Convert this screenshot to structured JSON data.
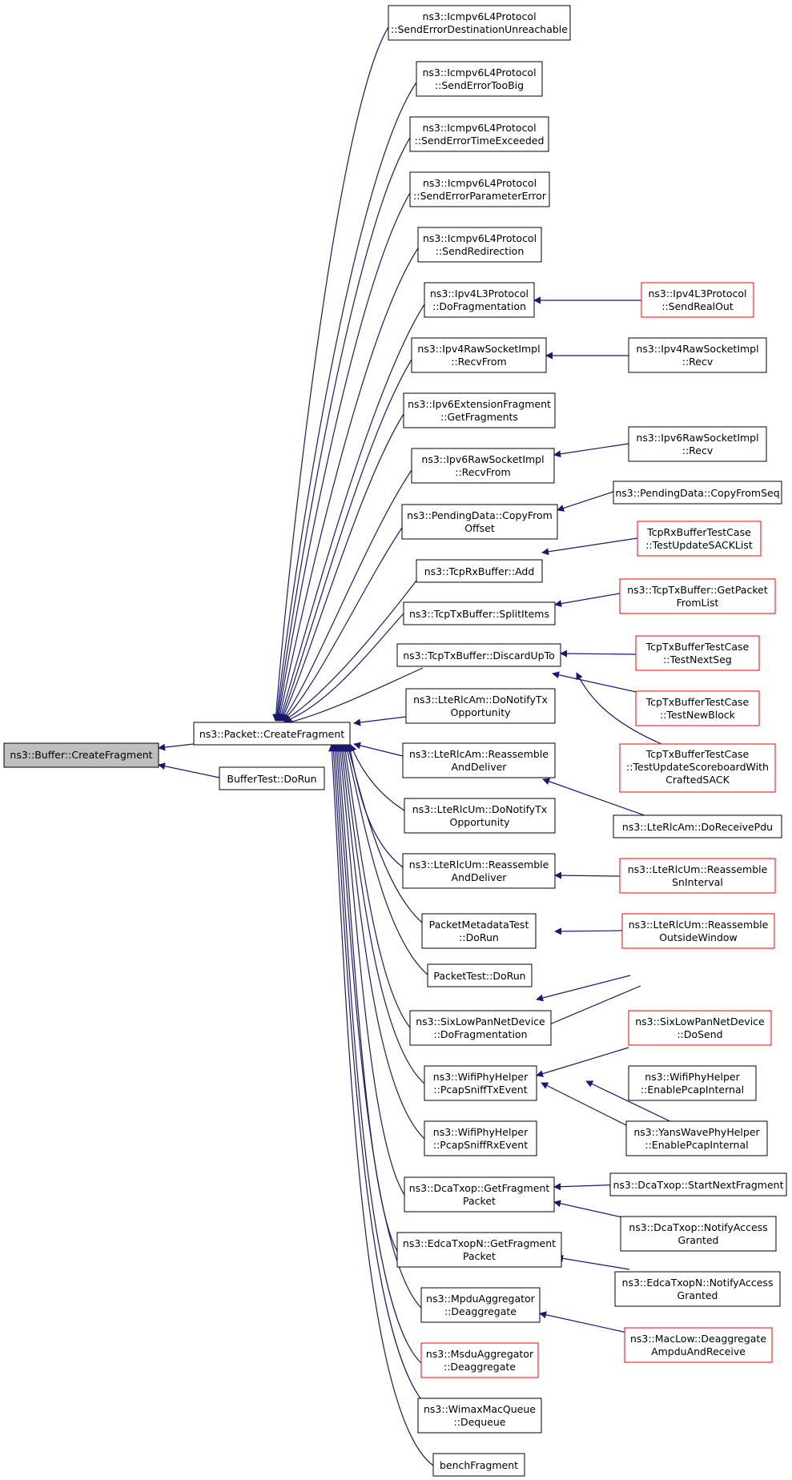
{
  "colors": {
    "edge": "#191970",
    "node_border": "#000000",
    "node_border_truncated": "#ff0000",
    "root_fill": "#bfbfbf",
    "node_fill": "#ffffff"
  },
  "root": {
    "id": "root",
    "lines": [
      "ns3::Buffer::CreateFragment"
    ]
  },
  "nodes": [
    {
      "id": "packet-createfragment",
      "lines": [
        "ns3::Packet::CreateFragment"
      ],
      "truncated": false
    },
    {
      "id": "buffertest-dorun",
      "lines": [
        "BufferTest::DoRun"
      ],
      "truncated": false
    },
    {
      "id": "icmpv6-senderrordestinationunreachable",
      "lines": [
        "ns3::Icmpv6L4Protocol",
        "::SendErrorDestinationUnreachable"
      ],
      "truncated": false
    },
    {
      "id": "icmpv6-senderrortoobig",
      "lines": [
        "ns3::Icmpv6L4Protocol",
        "::SendErrorTooBig"
      ],
      "truncated": false
    },
    {
      "id": "icmpv6-senderrortimeexceeded",
      "lines": [
        "ns3::Icmpv6L4Protocol",
        "::SendErrorTimeExceeded"
      ],
      "truncated": false
    },
    {
      "id": "icmpv6-senderrorparametererror",
      "lines": [
        "ns3::Icmpv6L4Protocol",
        "::SendErrorParameterError"
      ],
      "truncated": false
    },
    {
      "id": "icmpv6-sendredirection",
      "lines": [
        "ns3::Icmpv6L4Protocol",
        "::SendRedirection"
      ],
      "truncated": false
    },
    {
      "id": "ipv4l3-dofragmentation",
      "lines": [
        "ns3::Ipv4L3Protocol",
        "::DoFragmentation"
      ],
      "truncated": false
    },
    {
      "id": "ipv4l3-sendrealout",
      "lines": [
        "ns3::Ipv4L3Protocol",
        "::SendRealOut"
      ],
      "truncated": true
    },
    {
      "id": "ipv4raw-recvfrom",
      "lines": [
        "ns3::Ipv4RawSocketImpl",
        "::RecvFrom"
      ],
      "truncated": false
    },
    {
      "id": "ipv4raw-recv",
      "lines": [
        "ns3::Ipv4RawSocketImpl",
        "::Recv"
      ],
      "truncated": false
    },
    {
      "id": "ipv6extfrag-getfragments",
      "lines": [
        "ns3::Ipv6ExtensionFragment",
        "::GetFragments"
      ],
      "truncated": false
    },
    {
      "id": "ipv6raw-recvfrom",
      "lines": [
        "ns3::Ipv6RawSocketImpl",
        "::RecvFrom"
      ],
      "truncated": false
    },
    {
      "id": "ipv6raw-recv",
      "lines": [
        "ns3::Ipv6RawSocketImpl",
        "::Recv"
      ],
      "truncated": false
    },
    {
      "id": "pendingdata-copyfromoffset",
      "lines": [
        "ns3::PendingData::CopyFrom",
        "Offset"
      ],
      "truncated": false
    },
    {
      "id": "pendingdata-copyfromseq",
      "lines": [
        "ns3::PendingData::CopyFromSeq"
      ],
      "truncated": false
    },
    {
      "id": "tcprxbuffer-add",
      "lines": [
        "ns3::TcpRxBuffer::Add"
      ],
      "truncated": false
    },
    {
      "id": "tcprxbuffertest-testupdatesacklist",
      "lines": [
        "TcpRxBufferTestCase",
        "::TestUpdateSACKList"
      ],
      "truncated": true
    },
    {
      "id": "tcptxbuffer-splititems",
      "lines": [
        "ns3::TcpTxBuffer::SplitItems"
      ],
      "truncated": false
    },
    {
      "id": "tcptxbuffer-getpacketfromlist",
      "lines": [
        "ns3::TcpTxBuffer::GetPacket",
        "FromList"
      ],
      "truncated": true
    },
    {
      "id": "tcptxbuffer-discardupto",
      "lines": [
        "ns3::TcpTxBuffer::DiscardUpTo"
      ],
      "truncated": false
    },
    {
      "id": "tcptxbuffertest-testnextseg",
      "lines": [
        "TcpTxBufferTestCase",
        "::TestNextSeg"
      ],
      "truncated": true
    },
    {
      "id": "tcptxbuffertest-testnewblock",
      "lines": [
        "TcpTxBufferTestCase",
        "::TestNewBlock"
      ],
      "truncated": true
    },
    {
      "id": "tcptxbuffertest-testupdatescoreboard",
      "lines": [
        "TcpTxBufferTestCase",
        "::TestUpdateScoreboardWith",
        "CraftedSACK"
      ],
      "truncated": true
    },
    {
      "id": "lterlcam-donotifytxopportunity",
      "lines": [
        "ns3::LteRlcAm::DoNotifyTx",
        "Opportunity"
      ],
      "truncated": false
    },
    {
      "id": "lterlcam-reassembleanddeliver",
      "lines": [
        "ns3::LteRlcAm::Reassemble",
        "AndDeliver"
      ],
      "truncated": false
    },
    {
      "id": "lterlcam-doreceivepdu",
      "lines": [
        "ns3::LteRlcAm::DoReceivePdu"
      ],
      "truncated": false
    },
    {
      "id": "lterlcum-donotifytxopportunity",
      "lines": [
        "ns3::LteRlcUm::DoNotifyTx",
        "Opportunity"
      ],
      "truncated": false
    },
    {
      "id": "lterlcum-reassembleanddeliver",
      "lines": [
        "ns3::LteRlcUm::Reassemble",
        "AndDeliver"
      ],
      "truncated": false
    },
    {
      "id": "lterlcum-reassemblesninterval",
      "lines": [
        "ns3::LteRlcUm::Reassemble",
        "SnInterval"
      ],
      "truncated": true
    },
    {
      "id": "lterlcum-reassembleoutsidewindow",
      "lines": [
        "ns3::LteRlcUm::Reassemble",
        "OutsideWindow"
      ],
      "truncated": true
    },
    {
      "id": "packetmetadatatest-dorun",
      "lines": [
        "PacketMetadataTest",
        "::DoRun"
      ],
      "truncated": false
    },
    {
      "id": "packettest-dorun",
      "lines": [
        "PacketTest::DoRun"
      ],
      "truncated": false
    },
    {
      "id": "sixlowpan-dofragmentation",
      "lines": [
        "ns3::SixLowPanNetDevice",
        "::DoFragmentation"
      ],
      "truncated": false
    },
    {
      "id": "sixlowpan-dosend",
      "lines": [
        "ns3::SixLowPanNetDevice",
        "::DoSend"
      ],
      "truncated": true
    },
    {
      "id": "wifiphyhelper-pcapsnifftxevent",
      "lines": [
        "ns3::WifiPhyHelper",
        "::PcapSniffTxEvent"
      ],
      "truncated": false
    },
    {
      "id": "wifiphyhelper-enablepcapinternal",
      "lines": [
        "ns3::WifiPhyHelper",
        "::EnablePcapInternal"
      ],
      "truncated": false
    },
    {
      "id": "wifiphyhelper-pcapsniffrxevent",
      "lines": [
        "ns3::WifiPhyHelper",
        "::PcapSniffRxEvent"
      ],
      "truncated": false
    },
    {
      "id": "yanswavephyhelper-enablepcapinternal",
      "lines": [
        "ns3::YansWavePhyHelper",
        "::EnablePcapInternal"
      ],
      "truncated": false
    },
    {
      "id": "dcatxop-getfragmentpacket",
      "lines": [
        "ns3::DcaTxop::GetFragment",
        "Packet"
      ],
      "truncated": false
    },
    {
      "id": "dcatxop-startnextfragment",
      "lines": [
        "ns3::DcaTxop::StartNextFragment"
      ],
      "truncated": false
    },
    {
      "id": "dcatxop-notifyaccessgranted",
      "lines": [
        "ns3::DcaTxop::NotifyAccess",
        "Granted"
      ],
      "truncated": false
    },
    {
      "id": "edcatxopn-getfragmentpacket",
      "lines": [
        "ns3::EdcaTxopN::GetFragment",
        "Packet"
      ],
      "truncated": false
    },
    {
      "id": "edcatxopn-notifyaccessgranted",
      "lines": [
        "ns3::EdcaTxopN::NotifyAccess",
        "Granted"
      ],
      "truncated": false
    },
    {
      "id": "mpduaggregator-deaggregate",
      "lines": [
        "ns3::MpduAggregator",
        "::Deaggregate"
      ],
      "truncated": false
    },
    {
      "id": "maclow-deaggregateampduandreceive",
      "lines": [
        "ns3::MacLow::Deaggregate",
        "AmpduAndReceive"
      ],
      "truncated": true
    },
    {
      "id": "msduaggregator-deaggregate",
      "lines": [
        "ns3::MsduAggregator",
        "::Deaggregate"
      ],
      "truncated": true
    },
    {
      "id": "wimaxmacqueue-dequeue",
      "lines": [
        "ns3::WimaxMacQueue",
        "::Dequeue"
      ],
      "truncated": false
    },
    {
      "id": "benchfragment",
      "lines": [
        "benchFragment"
      ],
      "truncated": false
    }
  ]
}
